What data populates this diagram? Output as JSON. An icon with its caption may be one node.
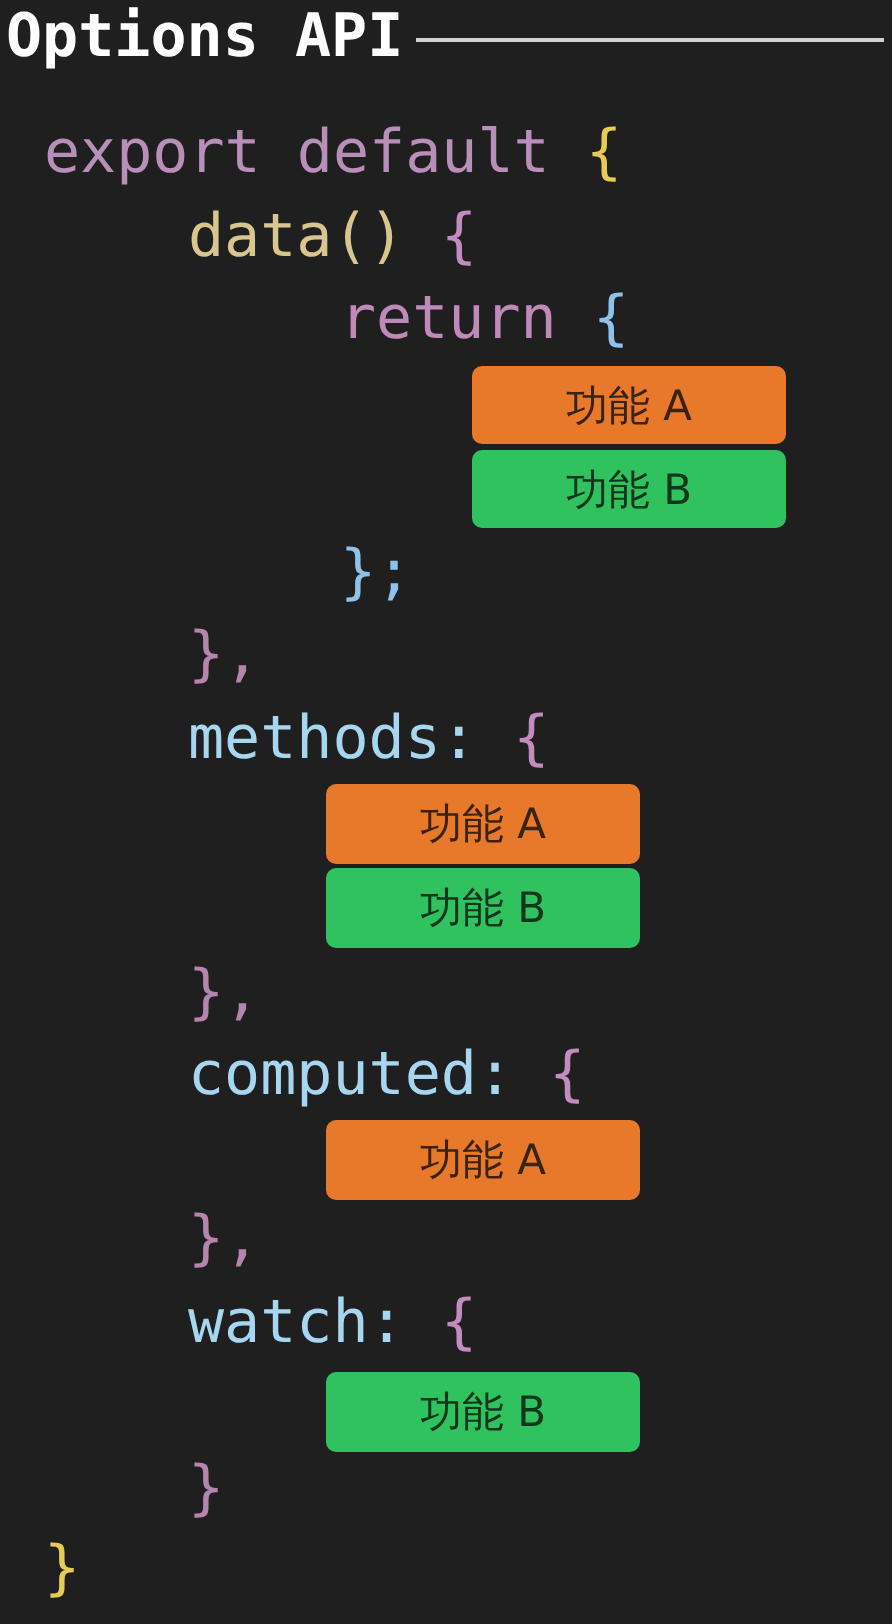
{
  "diagram": {
    "title": "Options API",
    "nodes": [
      {
        "text": [
          "功能 A"
        ]
      },
      {
        "text": [
          "功能 B"
        ]
      },
      {
        "text": [
          "功能 A"
        ]
      },
      {
        "text": [
          "功能 B"
        ]
      },
      {
        "text": [
          "功能 A"
        ]
      },
      {
        "text": [
          "功能 B"
        ]
      }
    ],
    "labels": [
      "export default {",
      "data() {",
      "return {",
      "};",
      "},",
      "methods: {",
      "},",
      "computed: {",
      "},",
      "watch: {",
      "}",
      "}"
    ]
  }
}
